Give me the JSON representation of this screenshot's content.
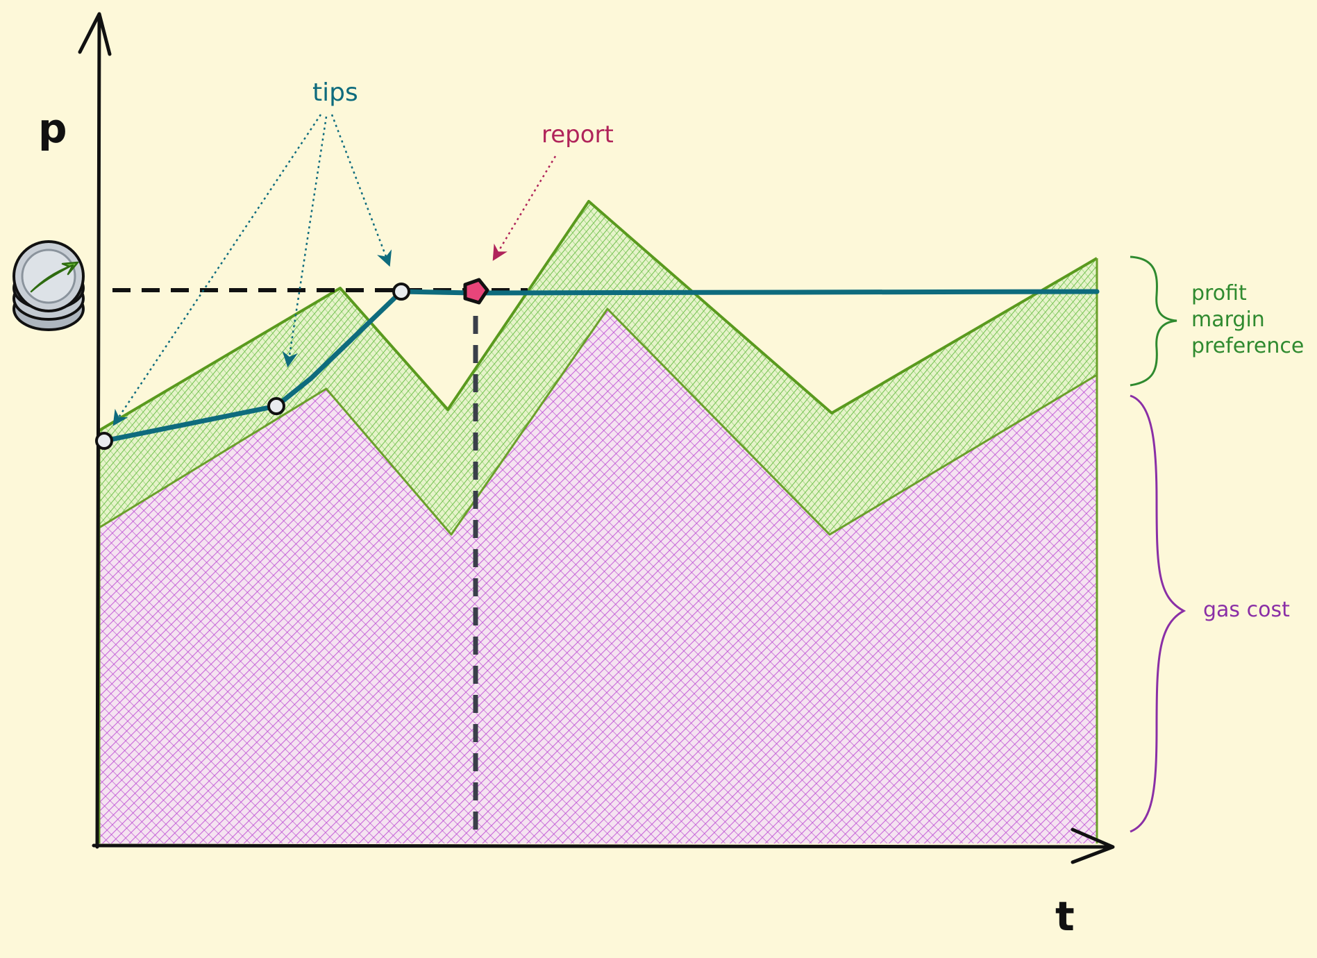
{
  "axes": {
    "y_label": "p",
    "x_label": "t"
  },
  "annotations": {
    "tips": "tips",
    "report": "report",
    "profit_lines": [
      "profit",
      "margin",
      "preference"
    ],
    "gas_cost": "gas cost"
  },
  "colors": {
    "background": "#fdf8d9",
    "gas_cost": "#c04fd6",
    "profit_margin": "#5db83a",
    "profit_edge": "#5a9a1e",
    "tip_line": "#0e6b7d",
    "report": "#b0245a",
    "report_marker": "#e8457a",
    "profit_label": "#2f8a2f",
    "gas_label": "#8a2fa6",
    "axis": "#111111"
  },
  "icons": {
    "coin_stack": "coin-stack-icon"
  }
}
